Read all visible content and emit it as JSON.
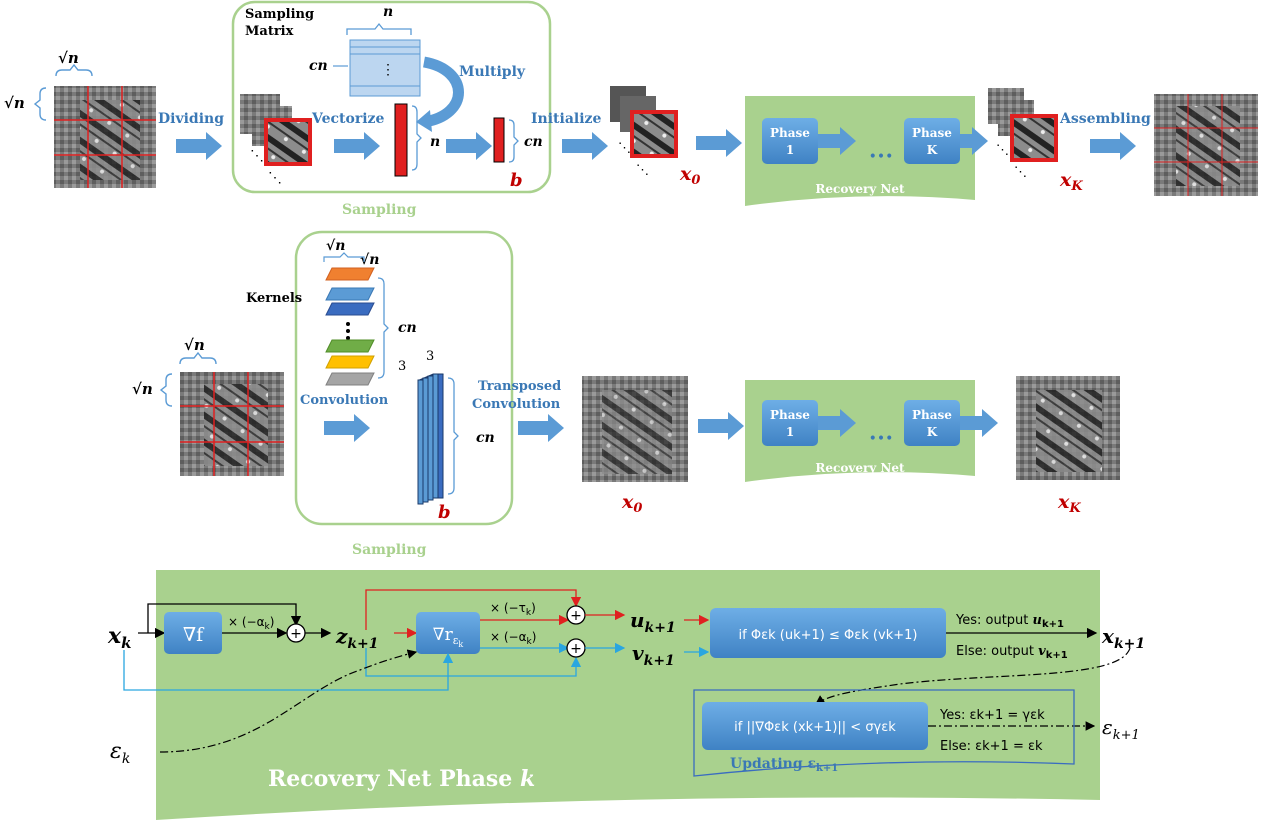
{
  "colors": {
    "accent_blue": "#5b9bd5",
    "arrow_blue": "#5b9bd5",
    "green_panel": "#a9d18e",
    "green_border": "#8fc260",
    "green_text": "#a9d18e",
    "red_math": "#c00000",
    "phase_box": "#4a8fd0",
    "cyan_line": "#2aa6e0",
    "red_line": "#e02020"
  },
  "row1": {
    "sqrt_n_top": "√n",
    "sqrt_n_left": "√n",
    "dividing": "Dividing",
    "sampling_matrix_l1": "Sampling",
    "sampling_matrix_l2": "Matrix",
    "n_top": "n",
    "cn_left": "cn",
    "vdots": "⋮",
    "multiply": "Multiply",
    "vectorize": "Vectorize",
    "n_right": "n",
    "cn_right": "cn",
    "b": "b",
    "sampling": "Sampling",
    "initialize": "Initialize",
    "x0": "x",
    "x0_sub": "0",
    "phase1_l1": "Phase",
    "phase1_l2": "1",
    "dots": "•••",
    "phaseK_l1": "Phase",
    "phaseK_l2": "K",
    "recovery_net": "Recovery Net",
    "xK": "x",
    "xK_sub": "K",
    "assembling": "Assembling"
  },
  "row2": {
    "sqrt_n_top": "√n",
    "sqrt_n_left": "√n",
    "sqrt_n_k1": "√n",
    "sqrt_n_k2": "√n",
    "kernels": "Kernels",
    "cn_kernels": "cn",
    "three_a": "3",
    "three_b": "3",
    "convolution": "Convolution",
    "cn_stack": "cn",
    "b": "b",
    "sampling": "Sampling",
    "transposed_l1": "Transposed",
    "transposed_l2": "Convolution",
    "x0": "x",
    "x0_sub": "0",
    "phase1_l1": "Phase",
    "phase1_l2": "1",
    "dots": "•••",
    "phaseK_l1": "Phase",
    "phaseK_l2": "K",
    "recovery_net": "Recovery Net",
    "xK": "x",
    "xK_sub": "K"
  },
  "row3": {
    "xk": "x",
    "xk_sub": "k",
    "grad_f": "∇f",
    "mult_alpha_top": "× (−α",
    "alpha_sub": "k",
    "close_paren": ")",
    "z": "z",
    "z_sub": "k+1",
    "grad_r": "∇r",
    "grad_r_sub": "ε",
    "grad_r_subsub": "k",
    "mult_tau": "× (−τ",
    "tau_sub": "k",
    "mult_alpha_mid": "× (−α",
    "u": "u",
    "u_sub": "k+1",
    "v": "v",
    "v_sub": "k+1",
    "cond_box": "if Φ",
    "cond_box_rest": "(u",
    "cond_text": "if Φεk (uk+1) ≤ Φεk (vk+1)",
    "yes_out": "Yes: output ",
    "yes_out_var": "u",
    "yes_out_sub": "k+1",
    "else_out": "Else: output ",
    "else_out_var": "v",
    "else_out_sub": "k+1",
    "x_next": "x",
    "x_next_sub": "k+1",
    "eps_k": "ε",
    "eps_k_sub": "k",
    "update_cond": "if ||∇Φεk (xk+1)|| < σγεk",
    "yes_eps": "Yes: εk+1 = γεk",
    "else_eps": "Else: εk+1 = εk",
    "updating": "Updating ε",
    "updating_sub": "k+1",
    "eps_next": "ε",
    "eps_next_sub": "k+1",
    "phase_title": "Recovery Net Phase ",
    "phase_k": "k"
  }
}
